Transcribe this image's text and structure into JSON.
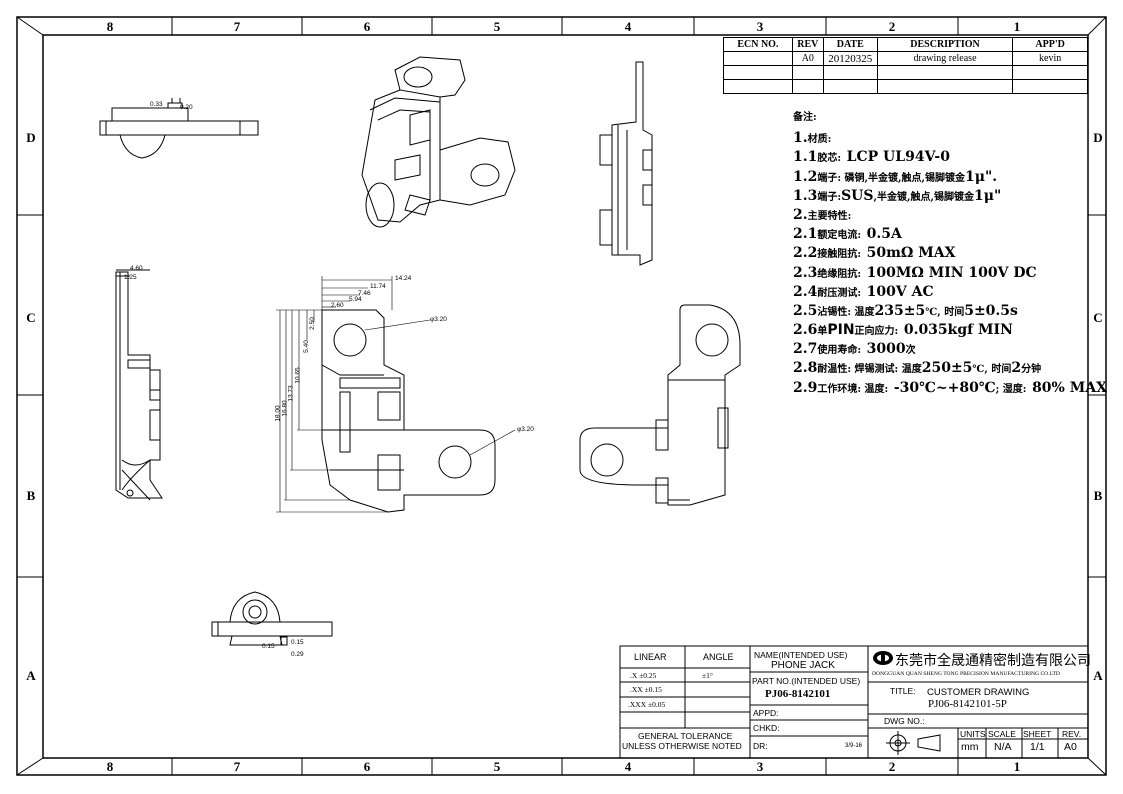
{
  "zones": {
    "columns": [
      "8",
      "7",
      "6",
      "5",
      "4",
      "3",
      "2",
      "1"
    ],
    "rows": [
      "D",
      "C",
      "B",
      "A"
    ]
  },
  "revision_table": {
    "headers": [
      "ECN NO.",
      "REV",
      "DATE",
      "DESCRIPTION",
      "APP'D"
    ],
    "rows": [
      [
        "",
        "A0",
        "20120325",
        "drawing release",
        "kevin"
      ],
      [
        "",
        "",
        "",
        "",
        ""
      ],
      [
        "",
        "",
        "",
        "",
        ""
      ]
    ]
  },
  "notes": {
    "title": "备注:",
    "lines": [
      {
        "num": "1.",
        "text": "材质:",
        "big": ""
      },
      {
        "num": "1.1",
        "text": "胶芯:",
        "big": "LCP UL94V-0"
      },
      {
        "num": "1.2",
        "text": "端子: 磷铜,半金镀,触点,锡脚镀金",
        "big": "1μ\"."
      },
      {
        "num": "1.3",
        "text": "端子:",
        "big": "SUS",
        "text2": ",半金镀,触点,锡脚镀金",
        "big2": "1μ\""
      },
      {
        "num": "2.",
        "text": "主要特性:",
        "big": ""
      },
      {
        "num": "2.1",
        "text": "额定电流:",
        "big": "0.5A"
      },
      {
        "num": "2.2",
        "text": "接触阻抗:",
        "big": "50mΩ MAX"
      },
      {
        "num": "2.3",
        "text": "绝缘阻抗:",
        "big": "100MΩ MIN 100V DC"
      },
      {
        "num": "2.4",
        "text": "耐压测试:",
        "big": " 100V AC"
      },
      {
        "num": "2.5",
        "text": "沾锡性: 温度",
        "big": "235±5",
        "text2": "℃, 时间",
        "big2": "5±0.5s"
      },
      {
        "num": "2.6",
        "text": "单",
        "big": "PIN",
        "text2": "正向应力:",
        "big2": "0.035kgf MIN"
      },
      {
        "num": "2.7",
        "text": "使用寿命:",
        "big": "3000",
        "text2": "次"
      },
      {
        "num": "2.8",
        "text": "耐温性: 焊锡测试: 温度",
        "big": "250±5",
        "text2": "℃, 时间",
        "big2": "2",
        "text3": "分钟"
      },
      {
        "num": "2.9",
        "text": "工作环境: 温度:",
        "big": "-30℃~+80℃",
        "text2": "; 湿度:",
        "big2": "80% MAX"
      }
    ]
  },
  "title_block": {
    "linear_label": "LINEAR",
    "angle_label": "ANGLE",
    "tol": [
      ".X  ±0.25",
      ".XX   ±0.15",
      ".XXX   ±0.05"
    ],
    "angle_tol": "±1°",
    "general_tol_1": "GENERAL TOLERANCE",
    "general_tol_2": "UNLESS OTHERWISE NOTED",
    "name_label": "NAME(INTENDED USE)",
    "name_value": "PHONE JACK",
    "part_label": "PART NO.(INTENDED USE)",
    "part_value": "PJ06-8142101",
    "appd": "APPD:",
    "chkd": "CHKD:",
    "dr": "DR:",
    "dr_date": "3/9-16",
    "company_cn": "东莞市全晟通精密制造有限公司",
    "company_en": "DONGGUAN QUAN SHENG TONG PRECISION  MANUFACTURING CO.LTD",
    "title_label": "TITLE:",
    "title_value": "CUSTOMER DRAWING",
    "title_part": "PJ06-8142101-5P",
    "dwg_no": "DWG NO.:",
    "units_label": "UNITS",
    "units_value": "mm",
    "scale_label": "SCALE",
    "scale_value": "N/A",
    "sheet_label": "SHEET",
    "sheet_value": "1/1",
    "rev_label": "REV.",
    "rev_value": "A0"
  },
  "dimensions": {
    "top_left": [
      "0.33",
      "0.20"
    ],
    "side_left": [
      "4.60",
      "1.25"
    ],
    "main_h": [
      "14.24",
      "11.74",
      "7.46",
      "5.94",
      "2.60"
    ],
    "main_v": [
      "2.50",
      "5.40",
      "10.65",
      "13.73",
      "16.80",
      "18.00"
    ],
    "hole_1": "φ3.20",
    "hole_2": "φ3.20",
    "bottom": [
      "0.15",
      "0.15",
      "0.29"
    ]
  },
  "colors": {
    "line": "#000000",
    "background": "#ffffff"
  }
}
